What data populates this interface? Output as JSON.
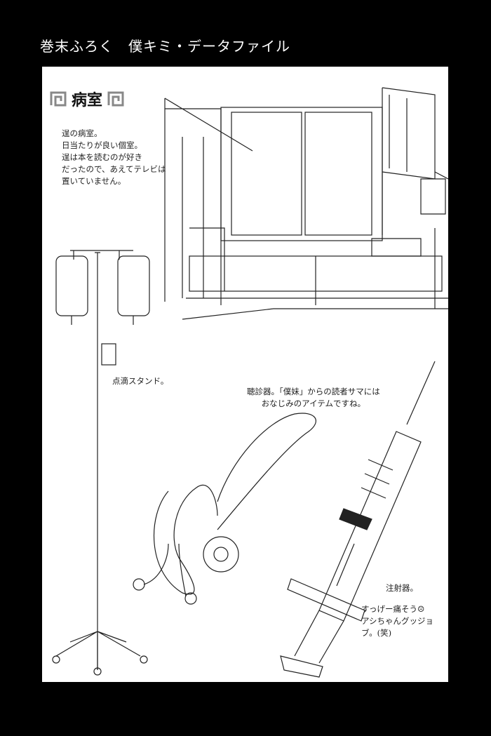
{
  "header": {
    "title": "巻末ふろく　僕キミ・データファイル"
  },
  "section": {
    "title": "病室"
  },
  "notes": {
    "room": "逞の病室。\n日当たりが良い個室。\n逞は本を読むのが好き\nだったので、あえてテレビは\n置いていません。",
    "iv_stand": "点滴スタンド。",
    "stethoscope": "聴診器。「僕妹」からの読者サマには\nおなじみのアイテムですね。",
    "syringe_title": "注射器。",
    "syringe_comment": "すっげー痛そう☹\nアシちゃんグッジョブ。(笑)"
  }
}
